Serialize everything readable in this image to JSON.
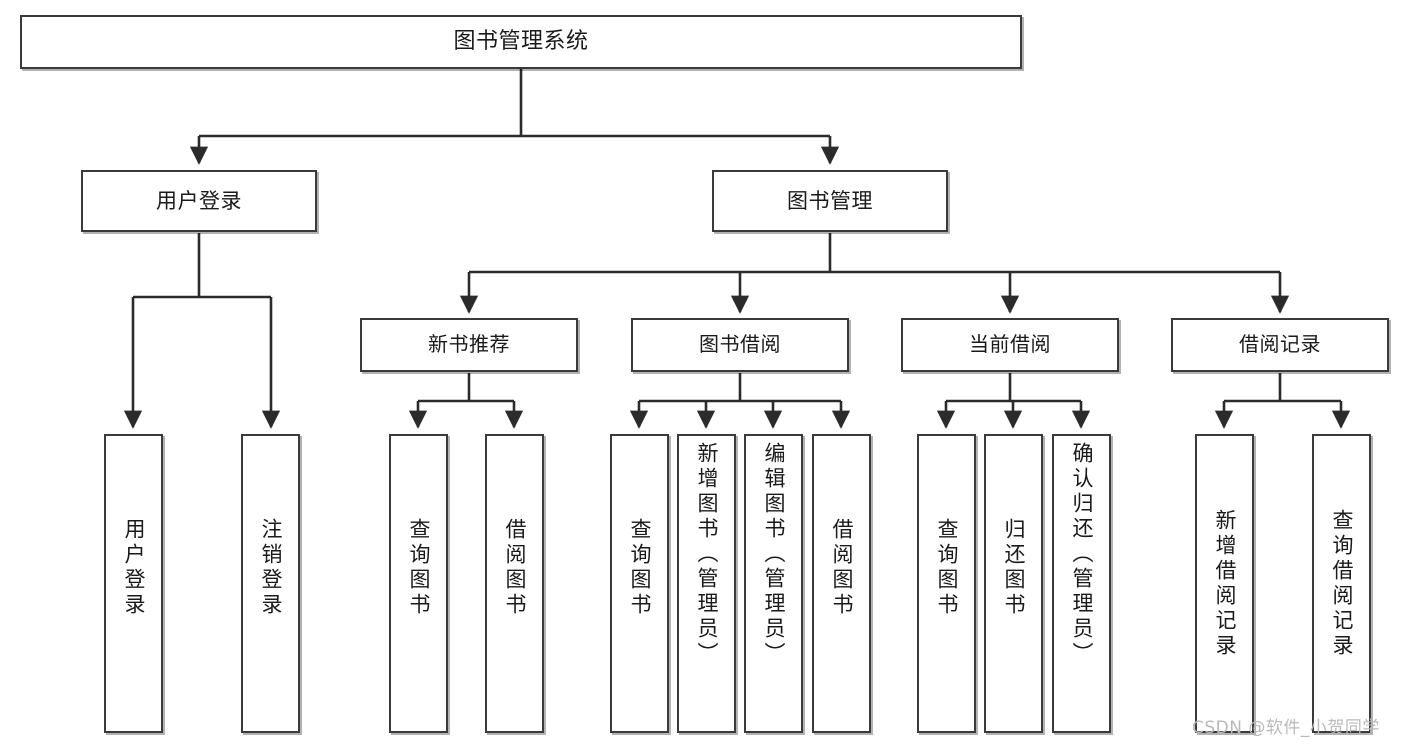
{
  "diagram": {
    "type": "tree-hierarchy",
    "title": "图书管理系统",
    "orientation": "top-down",
    "colors": {
      "box_border": "#3a3a3a",
      "box_fill": "#ffffff",
      "edge": "#2b2b2b",
      "text": "#1a1a1a",
      "watermark": "#b9b9b9"
    },
    "levels": [
      {
        "level": 1,
        "nodes": [
          {
            "id": "root",
            "label": "图书管理系统"
          }
        ]
      },
      {
        "level": 2,
        "nodes": [
          {
            "id": "login",
            "label": "用户登录",
            "parent": "root"
          },
          {
            "id": "bookmgmt",
            "label": "图书管理",
            "parent": "root"
          }
        ]
      },
      {
        "level": 3,
        "nodes": [
          {
            "id": "newbook",
            "label": "新书推荐",
            "parent": "bookmgmt"
          },
          {
            "id": "borrow",
            "label": "图书借阅",
            "parent": "bookmgmt"
          },
          {
            "id": "current",
            "label": "当前借阅",
            "parent": "bookmgmt"
          },
          {
            "id": "records",
            "label": "借阅记录",
            "parent": "bookmgmt"
          }
        ]
      },
      {
        "level": 4,
        "nodes": [
          {
            "id": "leaf1",
            "label": "用户登录",
            "parent": "login"
          },
          {
            "id": "leaf2",
            "label": "注销登录",
            "parent": "login"
          },
          {
            "id": "leaf3",
            "label": "查询图书",
            "parent": "newbook"
          },
          {
            "id": "leaf4",
            "label": "借阅图书",
            "parent": "newbook"
          },
          {
            "id": "leaf5",
            "label": "查询图书",
            "parent": "borrow"
          },
          {
            "id": "leaf6",
            "label": "新增图书（管理员）",
            "parent": "borrow"
          },
          {
            "id": "leaf7",
            "label": "编辑图书（管理员）",
            "parent": "borrow"
          },
          {
            "id": "leaf8",
            "label": "借阅图书",
            "parent": "borrow"
          },
          {
            "id": "leaf9",
            "label": "查询图书",
            "parent": "current"
          },
          {
            "id": "leaf10",
            "label": "归还图书",
            "parent": "current"
          },
          {
            "id": "leaf11",
            "label": "确认归还（管理员）",
            "parent": "current"
          },
          {
            "id": "leaf12",
            "label": "新增借阅记录",
            "parent": "records"
          },
          {
            "id": "leaf13",
            "label": "查询借阅记录",
            "parent": "records"
          }
        ]
      }
    ]
  },
  "watermark": {
    "text": "CSDN @软件_小贺同学"
  }
}
